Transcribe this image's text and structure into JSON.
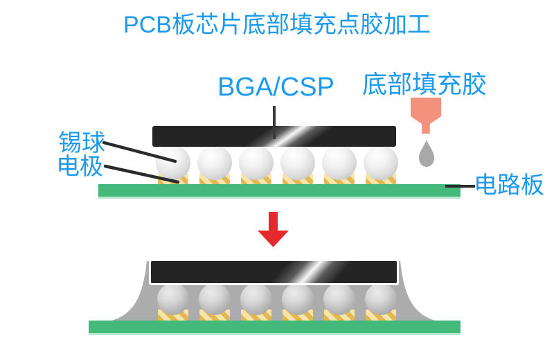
{
  "title": "PCB板芯片底部填充点胶加工",
  "labels": {
    "chip": "BGA/CSP",
    "underfill_glue": "底部填充胶",
    "solder_ball": "锡球",
    "electrode": "电极",
    "circuit_board": "电路板"
  },
  "diagram": {
    "solder_ball_count": 6
  },
  "colors": {
    "label_blue": "#1B9AF0",
    "pcb_green": "#45B97C",
    "chip_black": "#242424",
    "nozzle_salmon": "#F2917C",
    "glue_gray": "#ACACAC",
    "arrow_red": "#E3292B",
    "pad_gold": "#E2B855"
  }
}
